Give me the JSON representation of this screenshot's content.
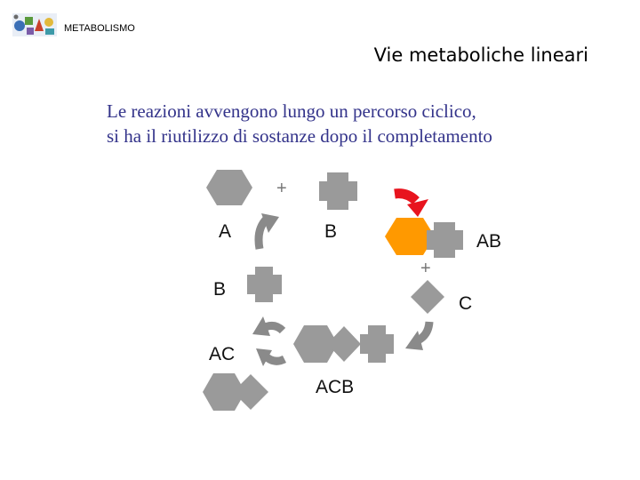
{
  "header": {
    "logo_icon": "metabolism-collage-logo",
    "label": "METABOLISMO"
  },
  "title": "Vie metaboliche lineari",
  "body": {
    "lines": [
      "Le reazioni avvengono lungo un percorso ciclico,",
      "si ha il riutilizzo di sostanze dopo il completamento"
    ]
  },
  "diagram": {
    "labels": {
      "a": "A",
      "b_top": "B",
      "ab": "AB",
      "b_left": "B",
      "c": "C",
      "ac": "AC",
      "acb": "ACB"
    },
    "plus_top": "+",
    "plus_right": "+",
    "colors": {
      "molecule": "#9a9a9a",
      "highlight": "#ff9900",
      "arrow_red": "#e8141e",
      "arrow_gray": "#8a8a8a"
    }
  }
}
